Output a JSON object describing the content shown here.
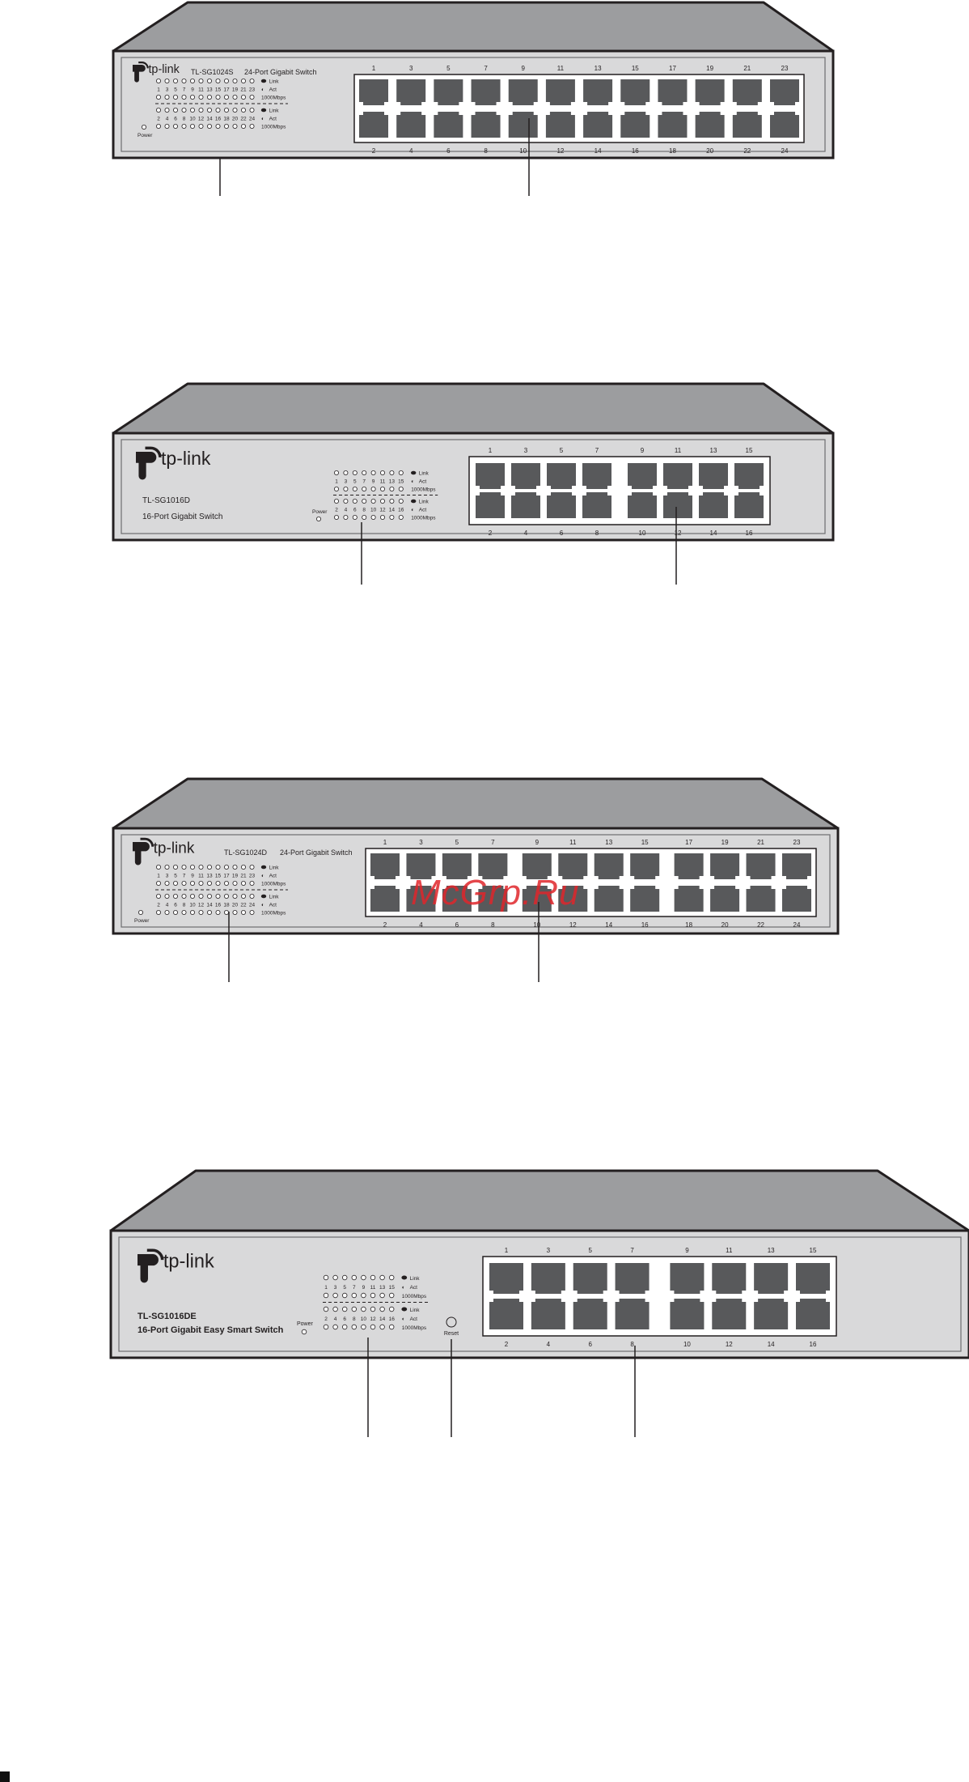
{
  "colors": {
    "chassis": "#d9d9da",
    "top": "#9c9d9f",
    "port": "#58595b",
    "outline": "#231f20",
    "led": "#ffffff"
  },
  "watermark": "McGrp.Ru",
  "switches": [
    {
      "brand": "tp-link",
      "model": "TL-SG1024S",
      "description": "24-Port Gigabit Switch",
      "power_label": "Power",
      "legend": {
        "link": "Link",
        "act": "Act",
        "speed": "1000Mbps"
      },
      "odd_leds": [
        "1",
        "3",
        "5",
        "7",
        "9",
        "11",
        "13",
        "15",
        "17",
        "19",
        "21",
        "23"
      ],
      "even_leds": [
        "2",
        "4",
        "6",
        "8",
        "10",
        "12",
        "14",
        "16",
        "18",
        "20",
        "22",
        "24"
      ],
      "top_ports": [
        "1",
        "3",
        "5",
        "7",
        "9",
        "11",
        "13",
        "15",
        "17",
        "19",
        "21",
        "23"
      ],
      "bottom_ports": [
        "2",
        "4",
        "6",
        "8",
        "10",
        "12",
        "14",
        "16",
        "18",
        "20",
        "22",
        "24"
      ]
    },
    {
      "brand": "tp-link",
      "model": "TL-SG1016D",
      "description": "16-Port Gigabit Switch",
      "power_label": "Power",
      "legend": {
        "link": "Link",
        "act": "Act",
        "speed": "1000Mbps"
      },
      "odd_leds": [
        "1",
        "3",
        "5",
        "7",
        "9",
        "11",
        "13",
        "15"
      ],
      "even_leds": [
        "2",
        "4",
        "6",
        "8",
        "10",
        "12",
        "14",
        "16"
      ],
      "top_ports": [
        "1",
        "3",
        "5",
        "7",
        "9",
        "11",
        "13",
        "15"
      ],
      "bottom_ports": [
        "2",
        "4",
        "6",
        "8",
        "10",
        "12",
        "14",
        "16"
      ]
    },
    {
      "brand": "tp-link",
      "model": "TL-SG1024D",
      "description": "24-Port Gigabit Switch",
      "power_label": "Power",
      "legend": {
        "link": "Link",
        "act": "Act",
        "speed": "1000Mbps"
      },
      "odd_leds": [
        "1",
        "3",
        "5",
        "7",
        "9",
        "11",
        "13",
        "15",
        "17",
        "19",
        "21",
        "23"
      ],
      "even_leds": [
        "2",
        "4",
        "6",
        "8",
        "10",
        "12",
        "14",
        "16",
        "18",
        "20",
        "22",
        "24"
      ],
      "top_ports": [
        "1",
        "3",
        "5",
        "7",
        "9",
        "11",
        "13",
        "15",
        "17",
        "19",
        "21",
        "23"
      ],
      "bottom_ports": [
        "2",
        "4",
        "6",
        "8",
        "10",
        "12",
        "14",
        "16",
        "18",
        "20",
        "22",
        "24"
      ]
    },
    {
      "brand": "tp-link",
      "model": "TL-SG1016DE",
      "description": "16-Port Gigabit Easy Smart Switch",
      "power_label": "Power",
      "reset_label": "Reset",
      "legend": {
        "link": "Link",
        "act": "Act",
        "speed": "1000Mbps"
      },
      "odd_leds": [
        "1",
        "3",
        "5",
        "7",
        "9",
        "11",
        "13",
        "15"
      ],
      "even_leds": [
        "2",
        "4",
        "6",
        "8",
        "10",
        "12",
        "14",
        "16"
      ],
      "top_ports": [
        "1",
        "3",
        "5",
        "7",
        "9",
        "11",
        "13",
        "15"
      ],
      "bottom_ports": [
        "2",
        "4",
        "6",
        "8",
        "10",
        "12",
        "14",
        "16"
      ]
    }
  ]
}
